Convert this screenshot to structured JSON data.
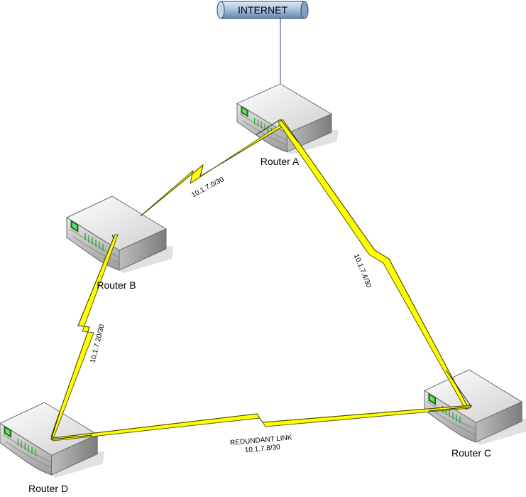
{
  "internet": {
    "label": "INTERNET"
  },
  "routers": {
    "a": {
      "label": "Router A"
    },
    "b": {
      "label": "Router B"
    },
    "c": {
      "label": "Router C"
    },
    "d": {
      "label": "Router D"
    }
  },
  "links": {
    "ab": {
      "label": "10.1.7.0/30"
    },
    "ac": {
      "label": "10.1.7.4/30"
    },
    "bd": {
      "label": "10.1.7.20/30"
    },
    "dc": {
      "title": "REDUNDANT LINK",
      "subnet": "10.1.7.8/30"
    }
  },
  "colors": {
    "link_fill": "#ffff00",
    "link_stroke": "#5a5a00",
    "internet_fill": "#a9c4e0",
    "internet_stroke": "#2c4a6a",
    "uplink": "#3a3a8a",
    "port_green": "#2bb02b"
  }
}
